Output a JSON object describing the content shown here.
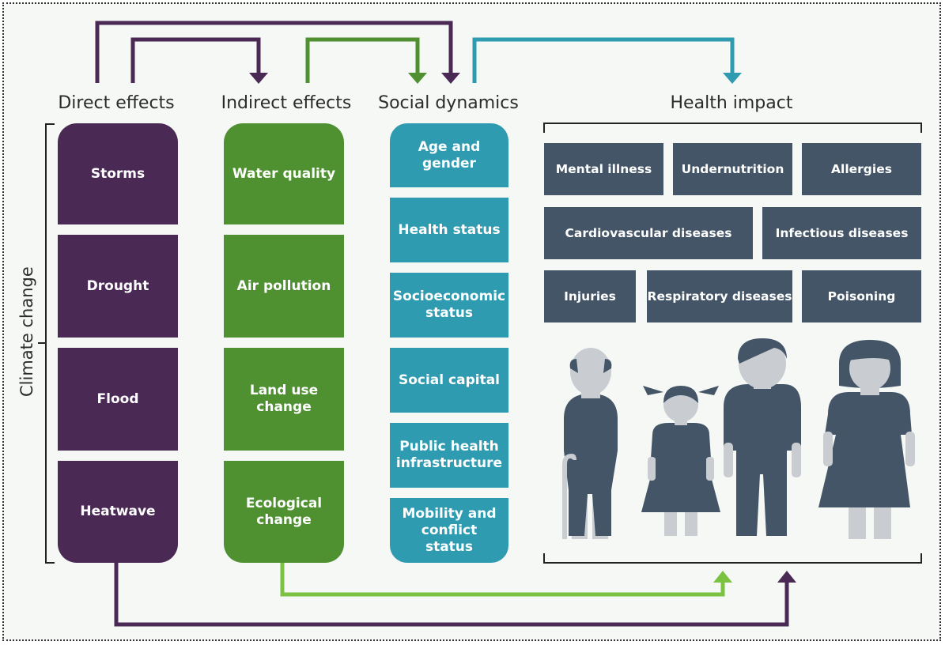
{
  "headers": {
    "direct": "Direct effects",
    "indirect": "Indirect effects",
    "social": "Social dynamics",
    "health": "Health impact"
  },
  "side_label": "Climate change",
  "direct_effects": [
    "Storms",
    "Drought",
    "Flood",
    "Heatwave"
  ],
  "indirect_effects": [
    "Water quality",
    "Air pollution",
    "Land use change",
    "Ecological change"
  ],
  "social_dynamics": [
    "Age and gender",
    "Health status",
    "Socioeconomic status",
    "Social capital",
    "Public health infrastructure",
    "Mobility and conflict status"
  ],
  "health_impact": {
    "row1": [
      "Mental illness",
      "Undernutrition",
      "Allergies"
    ],
    "row2": [
      "Cardiovascular diseases",
      "Infectious diseases"
    ],
    "row3": [
      "Injuries",
      "Respiratory diseases",
      "Poisoning"
    ]
  },
  "colors": {
    "direct": "#4a2a55",
    "indirect": "#4f9131",
    "social": "#2f9bb0",
    "health": "#435566",
    "person_dark": "#435566",
    "person_light": "#c9cdd2"
  },
  "icons": [
    "elderly-man-with-cane-icon",
    "girl-icon",
    "man-icon",
    "woman-icon"
  ]
}
